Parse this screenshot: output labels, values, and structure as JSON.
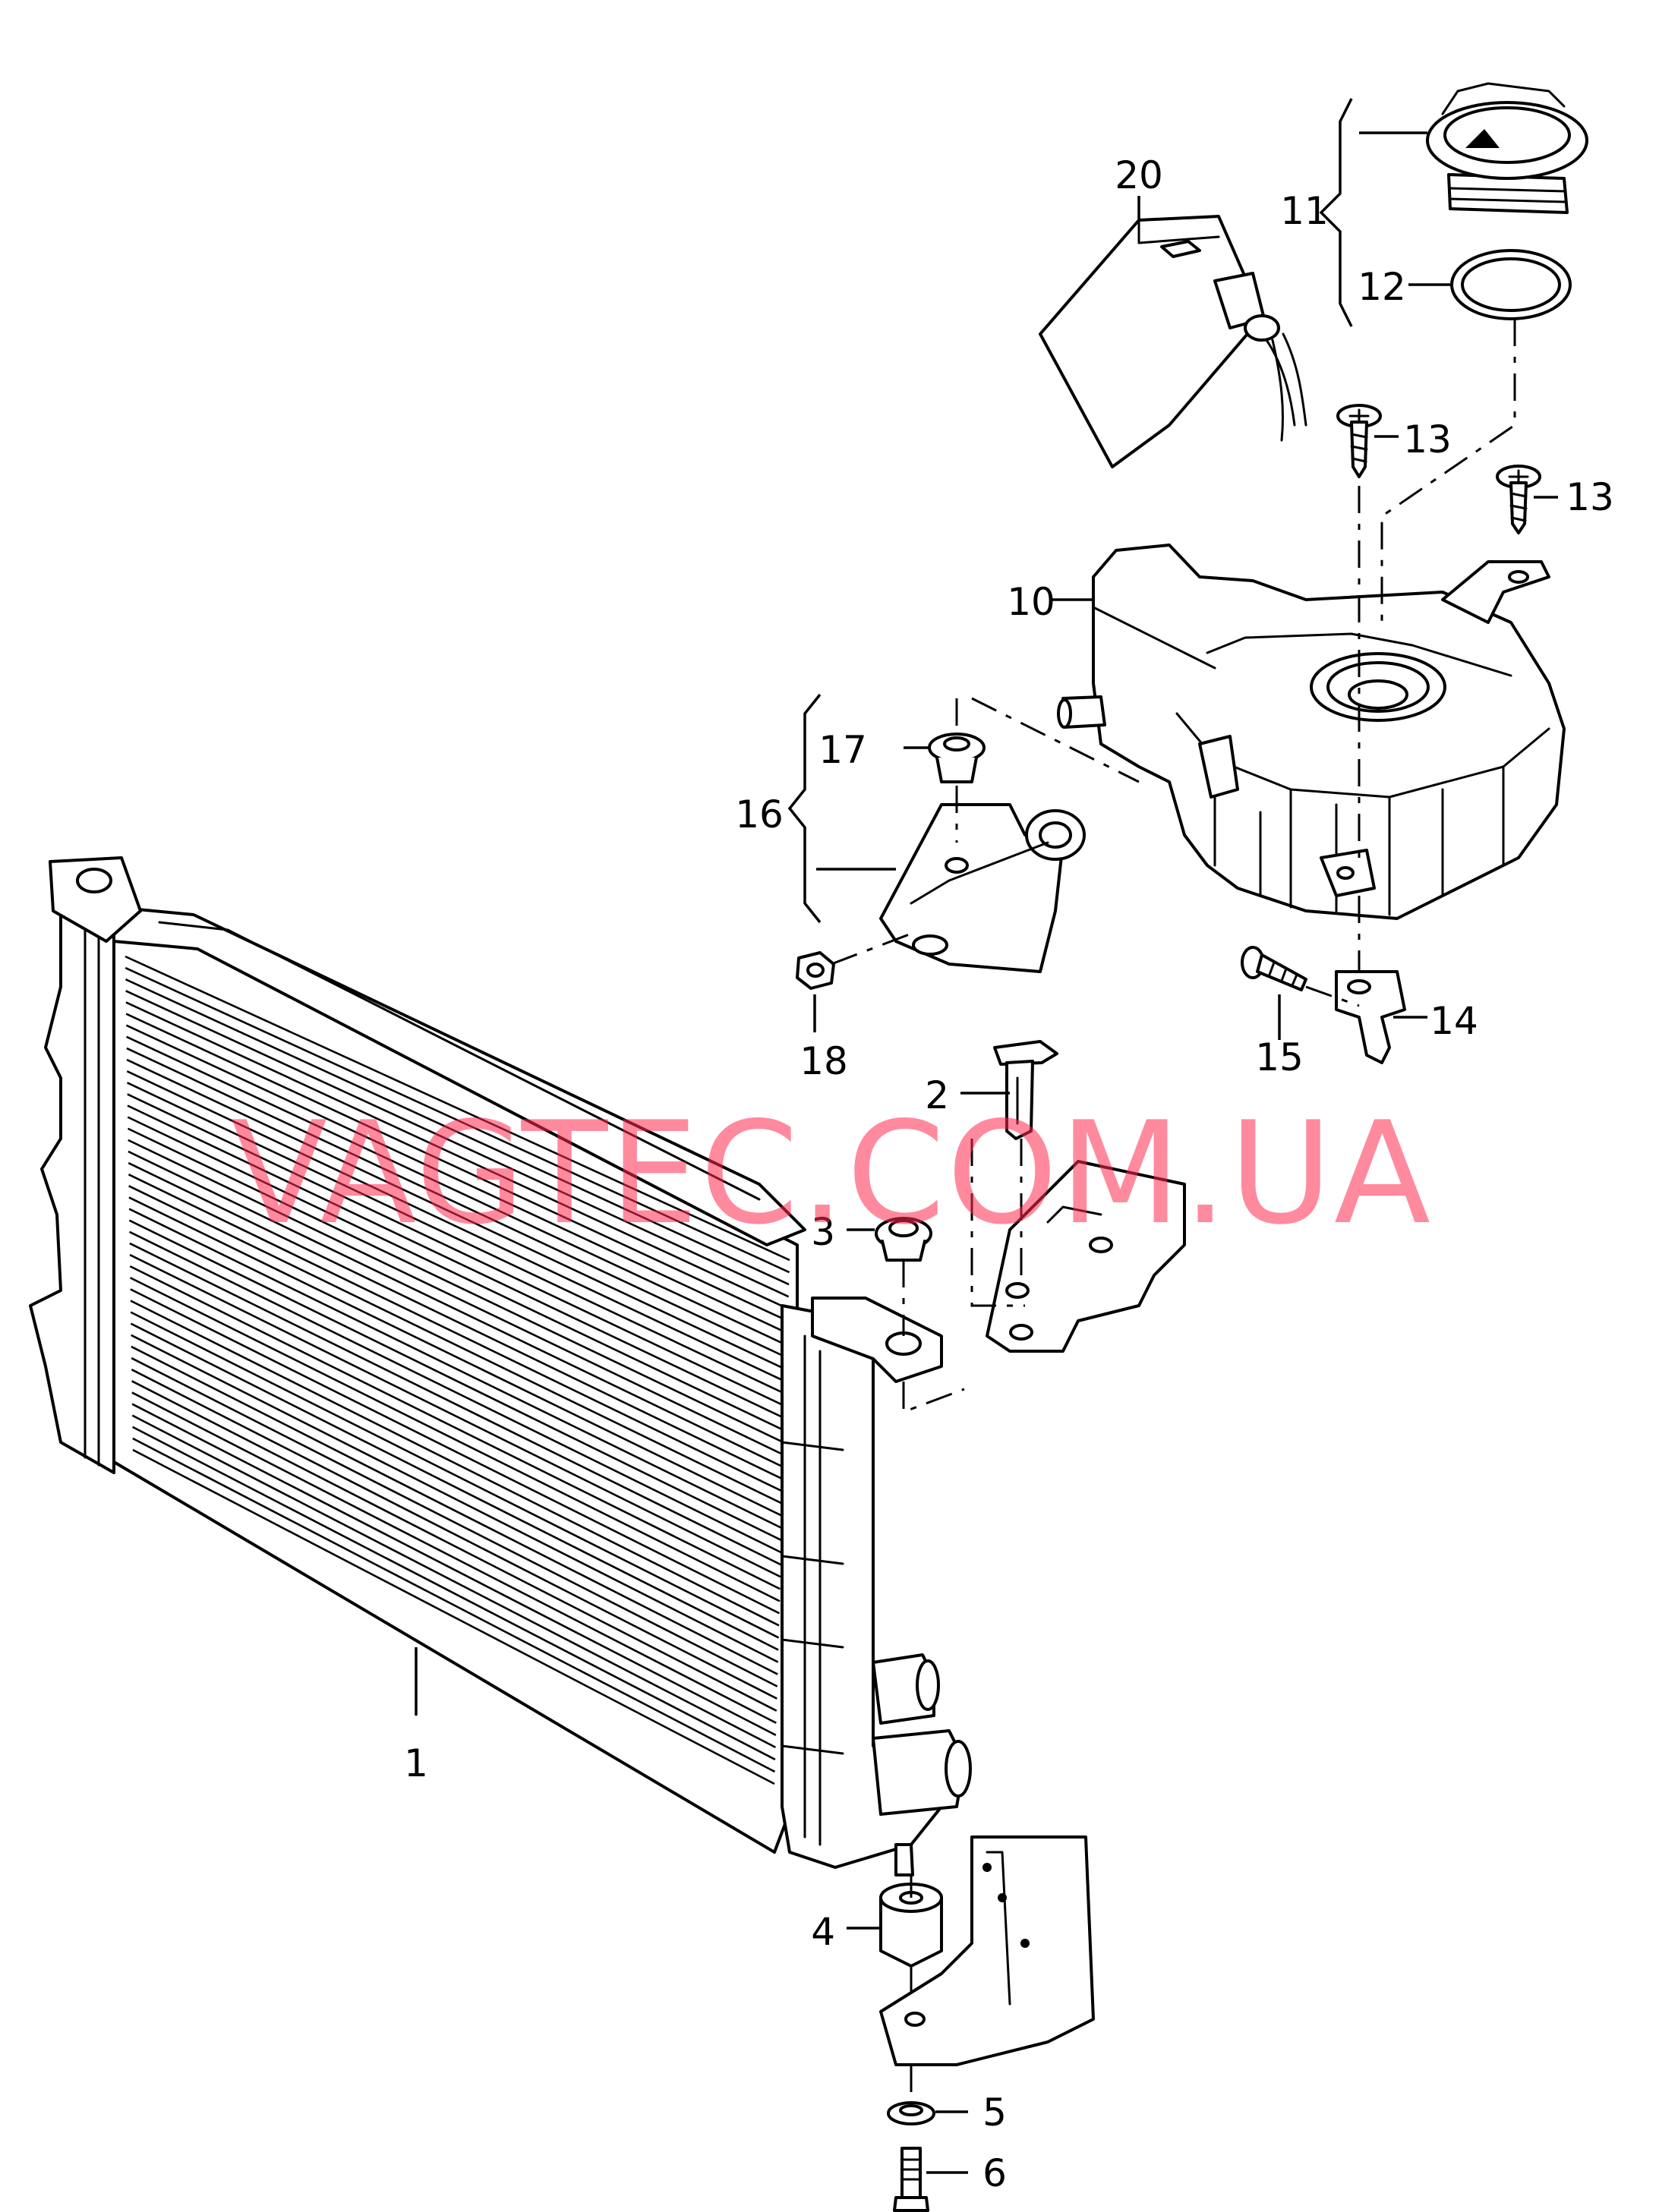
{
  "watermark": "VAGTEC.COM.UA",
  "callouts": {
    "c1": "1",
    "c2": "2",
    "c3": "3",
    "c4": "4",
    "c5": "5",
    "c6": "6",
    "c10": "10",
    "c11": "11",
    "c12": "12",
    "c13a": "13",
    "c13b": "13",
    "c14": "14",
    "c15": "15",
    "c16": "16",
    "c17": "17",
    "c18": "18",
    "c20": "20"
  }
}
